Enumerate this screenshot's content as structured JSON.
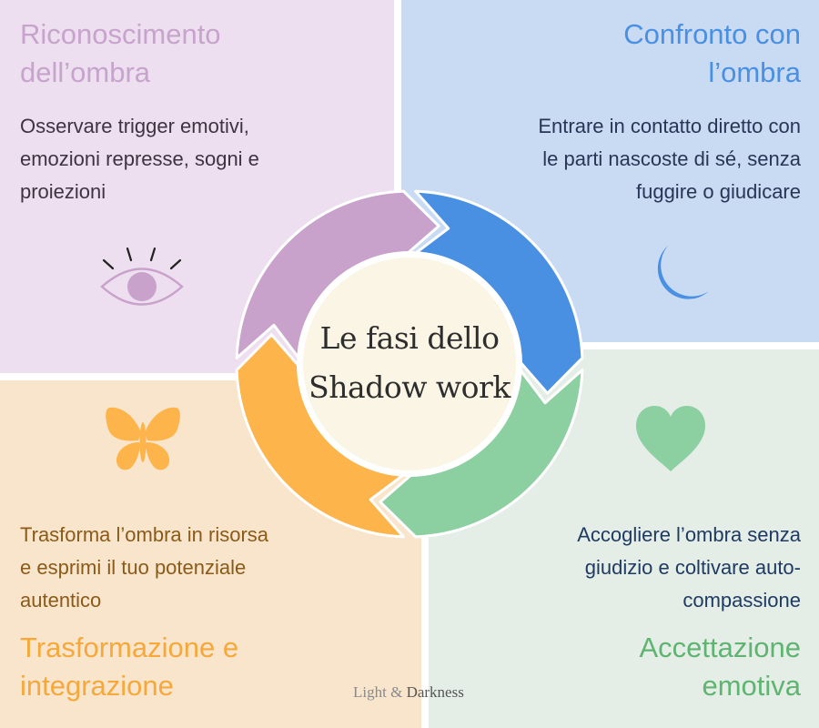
{
  "diagram": {
    "center_title_line1": "Le fasi dello",
    "center_title_line2": "Shadow work",
    "phases": {
      "recognition": {
        "title_line1": "Riconoscimento",
        "title_line2": "dell’ombra",
        "desc_line1": "Osservare trigger emotivi,",
        "desc_line2": "emozioni represse, sogni e",
        "desc_line3": "proiezioni",
        "color": "#c8a2cb",
        "icon": "eye-icon"
      },
      "confrontation": {
        "title_line1": "Confronto con",
        "title_line2": "l’ombra",
        "desc_line1": "Entrare in contatto diretto con",
        "desc_line2": "le parti nascoste di sé, senza",
        "desc_line3": "fuggire o giudicare",
        "color": "#4a90e2",
        "icon": "moon-icon"
      },
      "acceptance": {
        "title_line1": "Accettazione",
        "title_line2": "emotiva",
        "desc_line1": "Accogliere l’ombra senza",
        "desc_line2": "giudizio e coltivare auto-",
        "desc_line3": "compassione",
        "color": "#8ccfa0",
        "icon": "heart-icon"
      },
      "transformation": {
        "title_line1": "Trasformazione e",
        "title_line2": "integrazione",
        "desc_line1": "Trasforma l’ombra in risorsa",
        "desc_line2": "e esprimi il tuo potenziale",
        "desc_line3": "autentico",
        "color": "#fdb44b",
        "icon": "butterfly-icon"
      }
    }
  },
  "watermark": {
    "light": "Light & ",
    "dark": "Darkness"
  }
}
